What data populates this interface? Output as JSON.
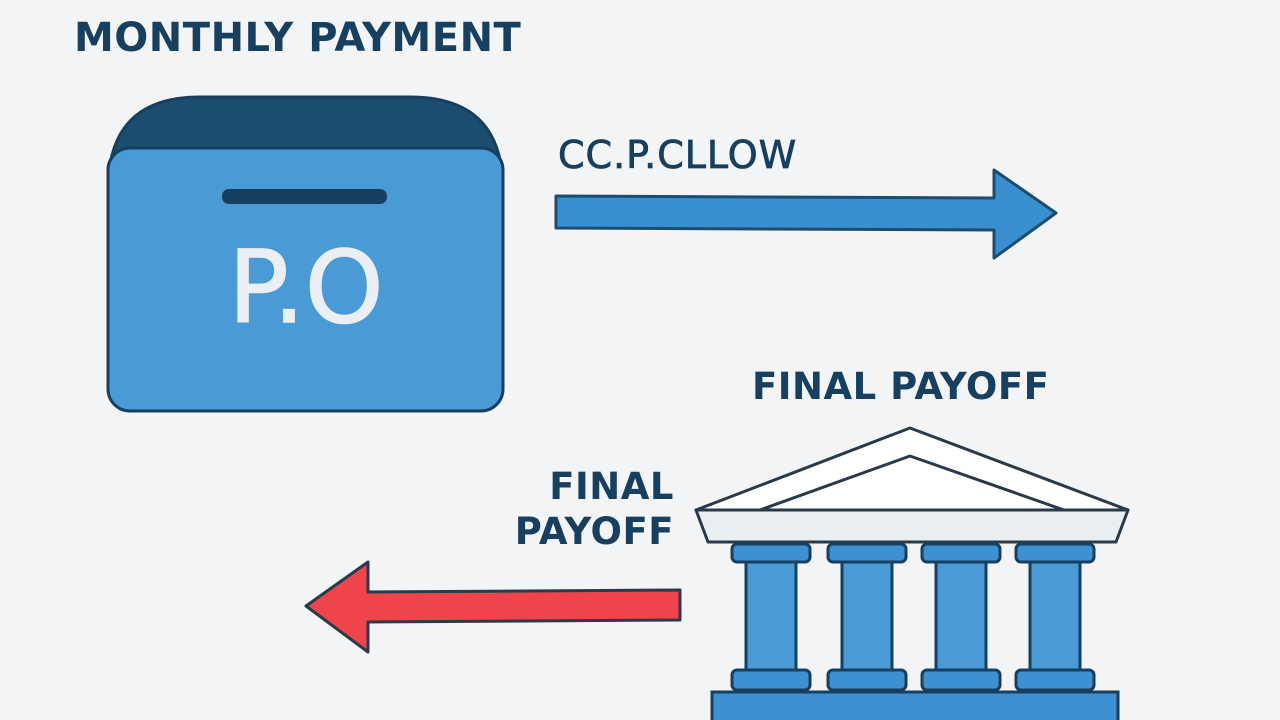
{
  "header": {
    "title": "MONTHLY PAYMENT"
  },
  "wallet": {
    "icon": "wallet-icon",
    "label": "P.O",
    "color_body": "#4a9ad6",
    "color_top": "#1d4d6e"
  },
  "top_arrow": {
    "label": "CC.P.CLLOW",
    "direction": "right",
    "color": "#3a8fd0"
  },
  "bank": {
    "icon": "bank-building-icon",
    "caption": "FINAL PAYOFF",
    "color": "#3f90d1"
  },
  "bottom_arrow": {
    "label_line1": "FINAL",
    "label_line2": "PAYOFF",
    "direction": "left",
    "color": "#f0444b"
  }
}
